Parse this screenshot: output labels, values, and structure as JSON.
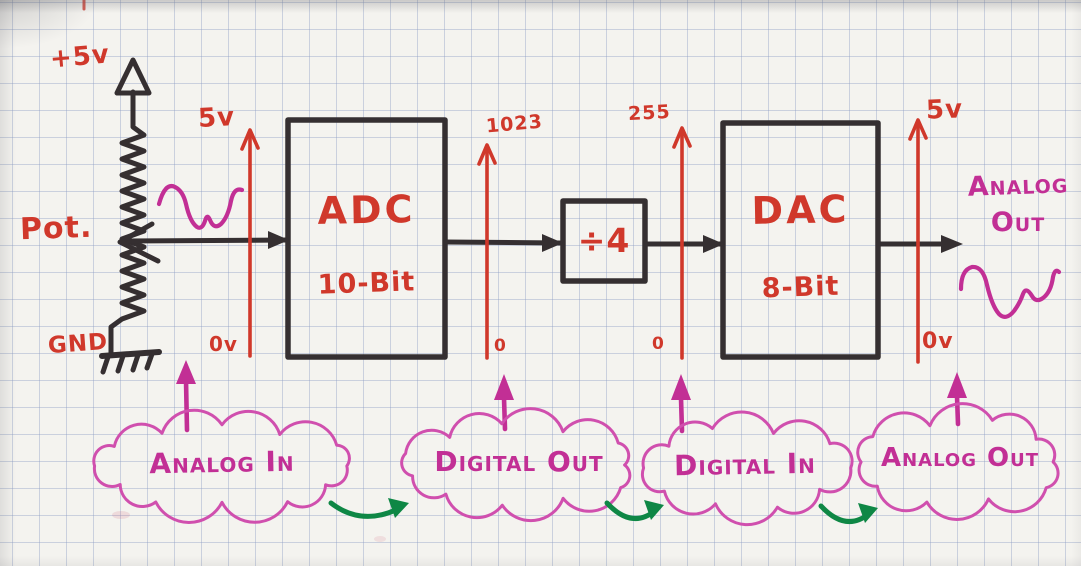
{
  "colors": {
    "red_ink": "#d0382b",
    "magenta_ink": "#c22f95",
    "cloud_outline": "#d04fae",
    "green_ink": "#0e8745",
    "black_ink": "#352f31",
    "paper": "#f4f3ef",
    "grid": "#c5cdde"
  },
  "pot": {
    "supply": "+5v",
    "label": "Pot.",
    "ground": "GND"
  },
  "scales": [
    {
      "top": "5v",
      "bottom": "0v"
    },
    {
      "top": "1023",
      "bottom": "0"
    },
    {
      "top": "255",
      "bottom": "0"
    },
    {
      "top": "5v",
      "bottom": "0v"
    }
  ],
  "blocks": {
    "adc": {
      "title": "ADC",
      "subtitle": "10-Bit"
    },
    "divider": {
      "title": "÷4"
    },
    "dac": {
      "title": "DAC",
      "subtitle": "8-Bit"
    }
  },
  "output": {
    "line1": "Analog",
    "line2": "Out"
  },
  "clouds": [
    {
      "label": "Analog In"
    },
    {
      "label": "Digital Out"
    },
    {
      "label": "Digital In"
    },
    {
      "label": "Analog Out"
    }
  ]
}
